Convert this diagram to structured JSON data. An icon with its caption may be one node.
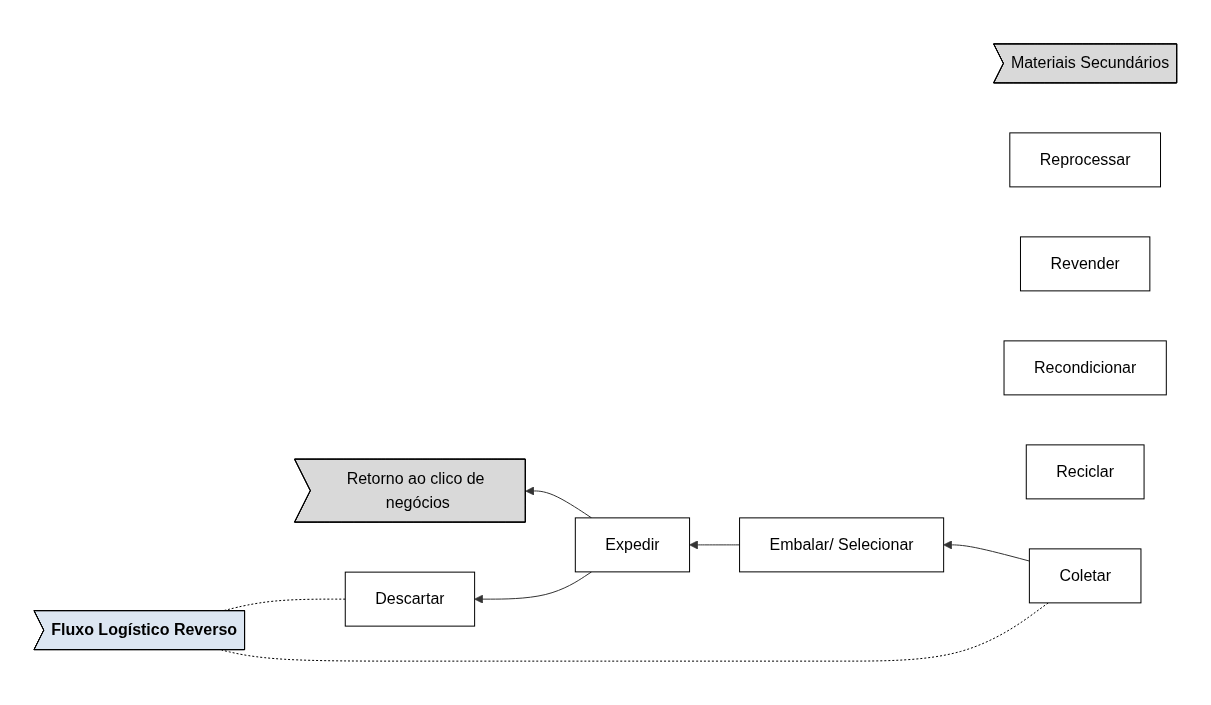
{
  "diagram": {
    "nodes": [
      {
        "text": [
          "Materiais Secundários"
        ]
      },
      {
        "text": [
          "Reprocessar"
        ]
      },
      {
        "text": [
          "Revender"
        ]
      },
      {
        "text": [
          "Recondicionar"
        ]
      },
      {
        "text": [
          "Reciclar"
        ]
      },
      {
        "text": [
          "Retorno ao clico de negócios"
        ]
      },
      {
        "text": [
          "Expedir"
        ]
      },
      {
        "text": [
          "Embalar/ Selecionar"
        ]
      },
      {
        "text": [
          "Coletar"
        ]
      },
      {
        "text": [
          "Descartar"
        ]
      },
      {
        "text": [
          "Fluxo Logístico Reverso"
        ]
      }
    ],
    "edges": [
      {
        "from": 8,
        "to": 7,
        "arrow": "to"
      },
      {
        "from": 7,
        "to": 6,
        "arrow": "to"
      },
      {
        "from": 6,
        "to": 5,
        "arrow": "to"
      },
      {
        "from": 6,
        "to": 9,
        "arrow": "to"
      },
      {
        "from": 8,
        "to": 10,
        "arrow": "none",
        "style": "dashed",
        "color": "#000000"
      },
      {
        "from": 9,
        "to": 10,
        "arrow": "none",
        "style": "dashed",
        "color": "#000000"
      }
    ]
  }
}
